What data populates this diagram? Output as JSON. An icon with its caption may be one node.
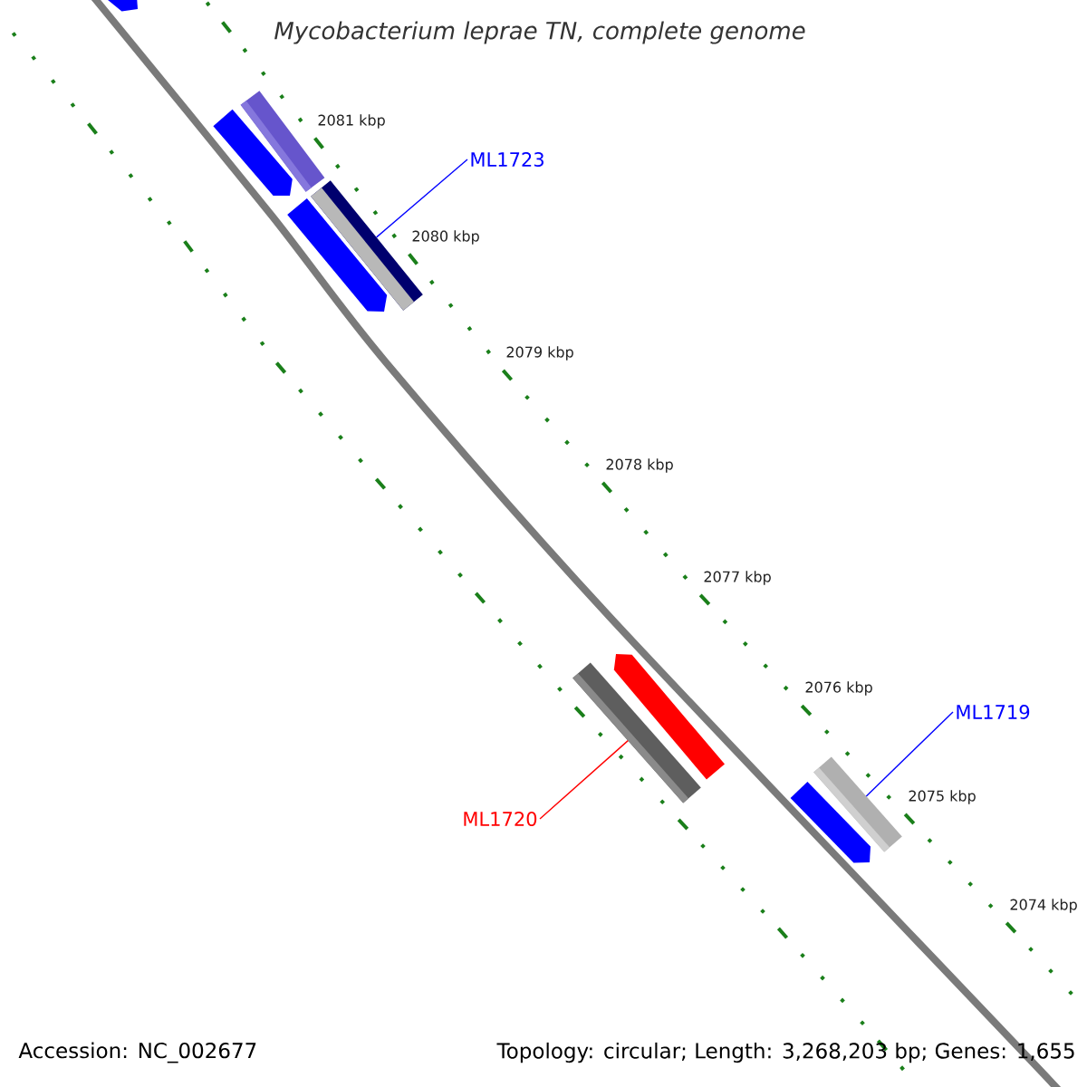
{
  "diagram": {
    "title": "Mycobacterium leprae TN, complete genome",
    "nodes": [
      {
        "text": [
          "ML1723"
        ]
      },
      {
        "text": [
          "ML1719"
        ]
      },
      {
        "text": [
          "ML1720"
        ]
      },
      {
        "text": [],
        "shape": "arrow"
      },
      {
        "text": [],
        "shape": "arrow"
      },
      {
        "text": [],
        "shape": "bar"
      },
      {
        "text": [],
        "shape": "arrow"
      },
      {
        "text": [],
        "shape": "bar"
      },
      {
        "text": [],
        "shape": "arrow"
      },
      {
        "text": [],
        "shape": "bar"
      },
      {
        "text": [],
        "shape": "bar"
      },
      {
        "text": [],
        "shape": "arrow"
      }
    ],
    "edges": [
      {
        "from": 0,
        "to": 7,
        "arrow": "none"
      },
      {
        "from": 1,
        "to": 10,
        "arrow": "none"
      },
      {
        "from": 2,
        "to": 9,
        "arrow": "none",
        "color": "#ff0000"
      }
    ],
    "labels": [
      "2081 kbp",
      "2080 kbp",
      "2079 kbp",
      "2078 kbp",
      "2077 kbp",
      "2076 kbp",
      "2075 kbp",
      "2074 kbp",
      "Accession: NC_002677",
      "Topology: circular; Length: 3,268,203 bp; Genes: 1,655"
    ]
  }
}
